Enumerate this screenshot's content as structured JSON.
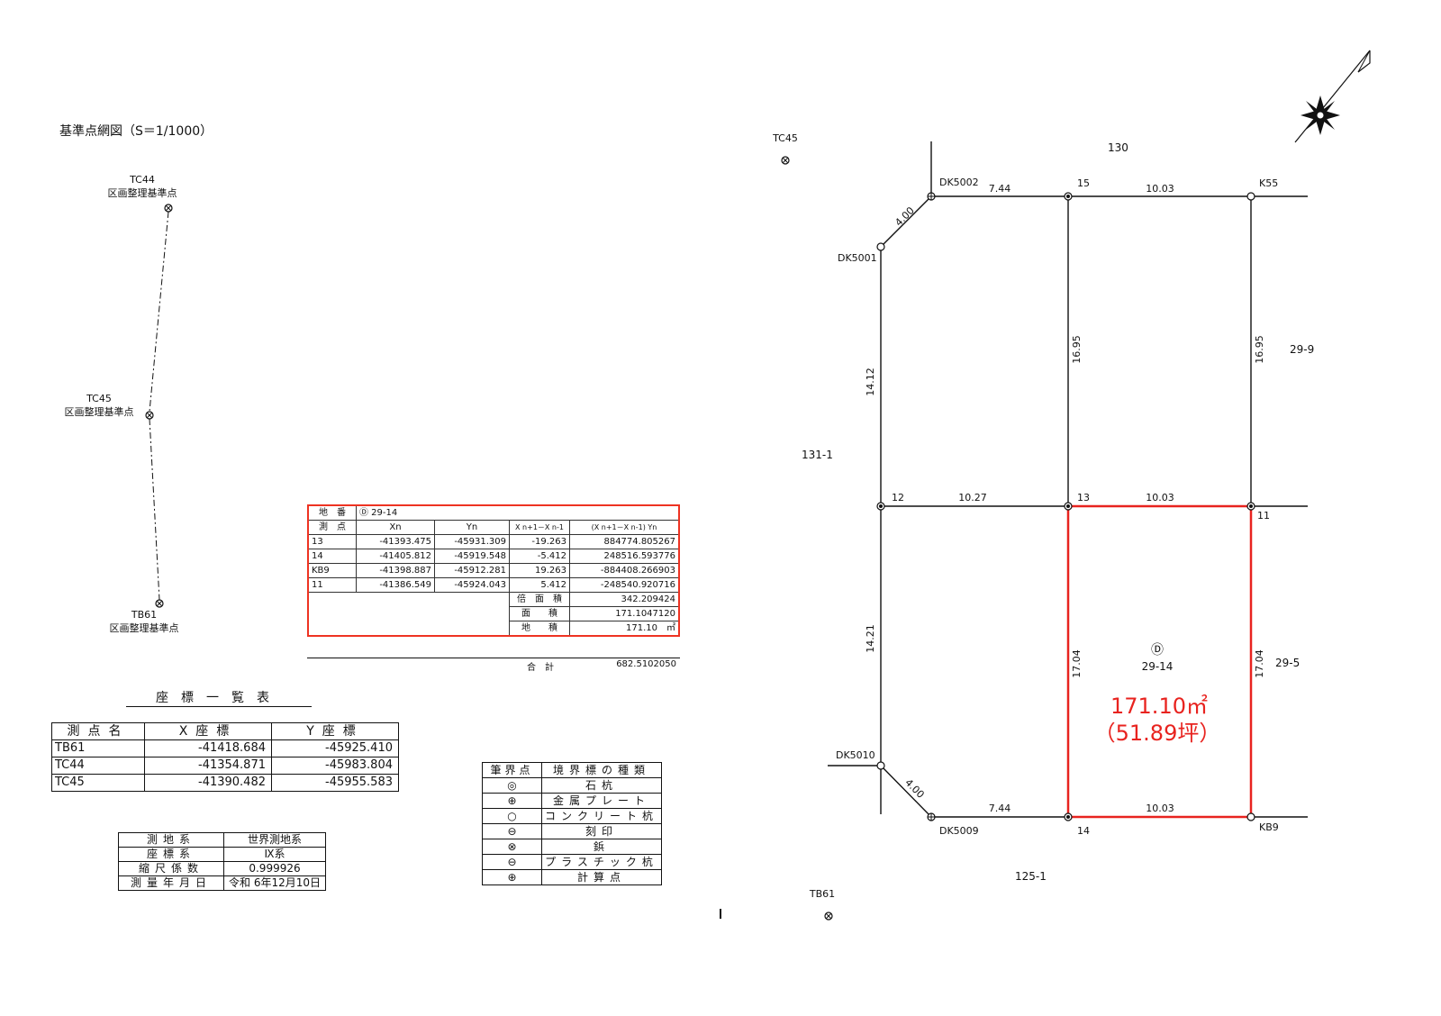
{
  "network": {
    "title": "基準点網図（S＝1/1000）",
    "points": [
      {
        "id": "TC44",
        "sub": "区画整理基準点"
      },
      {
        "id": "TC45",
        "sub": "区画整理基準点"
      },
      {
        "id": "TB61",
        "sub": "区画整理基準点"
      }
    ]
  },
  "area_table": {
    "header_label": "地　番",
    "parcel": "Ⓓ 29-14",
    "columns": [
      "測　点",
      "Xn",
      "Yn",
      "X n+1－X n-1",
      "(X n+1－X n-1) Yn"
    ],
    "rows": [
      [
        "13",
        "-41393.475",
        "-45931.309",
        "-19.263",
        "884774.805267"
      ],
      [
        "14",
        "-41405.812",
        "-45919.548",
        "-5.412",
        "248516.593776"
      ],
      [
        "KB9",
        "-41398.887",
        "-45912.281",
        "19.263",
        "-884408.266903"
      ],
      [
        "11",
        "-41386.549",
        "-45924.043",
        "5.412",
        "-248540.920716"
      ]
    ],
    "summary": [
      {
        "label": "倍　面　積",
        "value": "342.209424"
      },
      {
        "label": "面　　積",
        "value": "171.1047120"
      },
      {
        "label": "地　　積",
        "value": "171.10　㎡"
      }
    ],
    "total_label": "合　計",
    "total_value": "682.5102050"
  },
  "coord_list": {
    "title": "座標一覧表",
    "headers": [
      "測点名",
      "X座標",
      "Y座標"
    ],
    "rows": [
      [
        "TB61",
        "-41418.684",
        "-45925.410"
      ],
      [
        "TC44",
        "-41354.871",
        "-45983.804"
      ],
      [
        "TC45",
        "-41390.482",
        "-45955.583"
      ]
    ]
  },
  "survey_info": [
    [
      "測地系",
      "世界測地系"
    ],
    [
      "座標系",
      "Ⅸ系"
    ],
    [
      "縮尺係数",
      "0.999926"
    ],
    [
      "測量年月日",
      "令和 6年12月10日"
    ]
  ],
  "legend": {
    "headers": [
      "筆界点",
      "境界標の種類"
    ],
    "items": [
      {
        "symbol": "◎",
        "name": "石杭"
      },
      {
        "symbol": "⊕",
        "name": "金属プレート"
      },
      {
        "symbol": "○",
        "name": "コンクリート杭"
      },
      {
        "symbol": "⊖",
        "name": "刻印"
      },
      {
        "symbol": "⊗",
        "name": "鋲"
      },
      {
        "symbol": "⊖",
        "name": "プラスチック杭"
      },
      {
        "symbol": "⊕",
        "name": "計算点"
      }
    ]
  },
  "plan": {
    "neighbors": {
      "north": "130",
      "west": "131-1",
      "east_upper": "29-9",
      "east_lower": "29-5",
      "south": "125-1"
    },
    "control_points": [
      "TC45",
      "TB61"
    ],
    "points": {
      "dk5002": "DK5002",
      "dk5001": "DK5001",
      "p15": "15",
      "k55": "K55",
      "p12": "12",
      "p13": "13",
      "p11": "11",
      "dk5010": "DK5010",
      "dk5009": "DK5009",
      "p14": "14",
      "kb9": "KB9"
    },
    "dims": {
      "chamfer_top": "4.00",
      "top_left": "7.44",
      "top_right": "10.03",
      "left_upper": "14.12",
      "mid_upper": "16.95",
      "right_upper": "16.95",
      "mid_left": "10.27",
      "mid_right": "10.03",
      "left_lower": "14.21",
      "target_left": "17.04",
      "target_right": "17.04",
      "chamfer_bottom": "4.00",
      "bottom_left": "7.44",
      "bottom_right": "10.03"
    },
    "target": {
      "parcel_symbol": "Ⓓ",
      "parcel_no": "29-14",
      "area_m2": "171.10㎡",
      "area_tsubo": "（51.89坪）"
    }
  },
  "colors": {
    "highlight": "#e8231f",
    "line": "#111111"
  }
}
